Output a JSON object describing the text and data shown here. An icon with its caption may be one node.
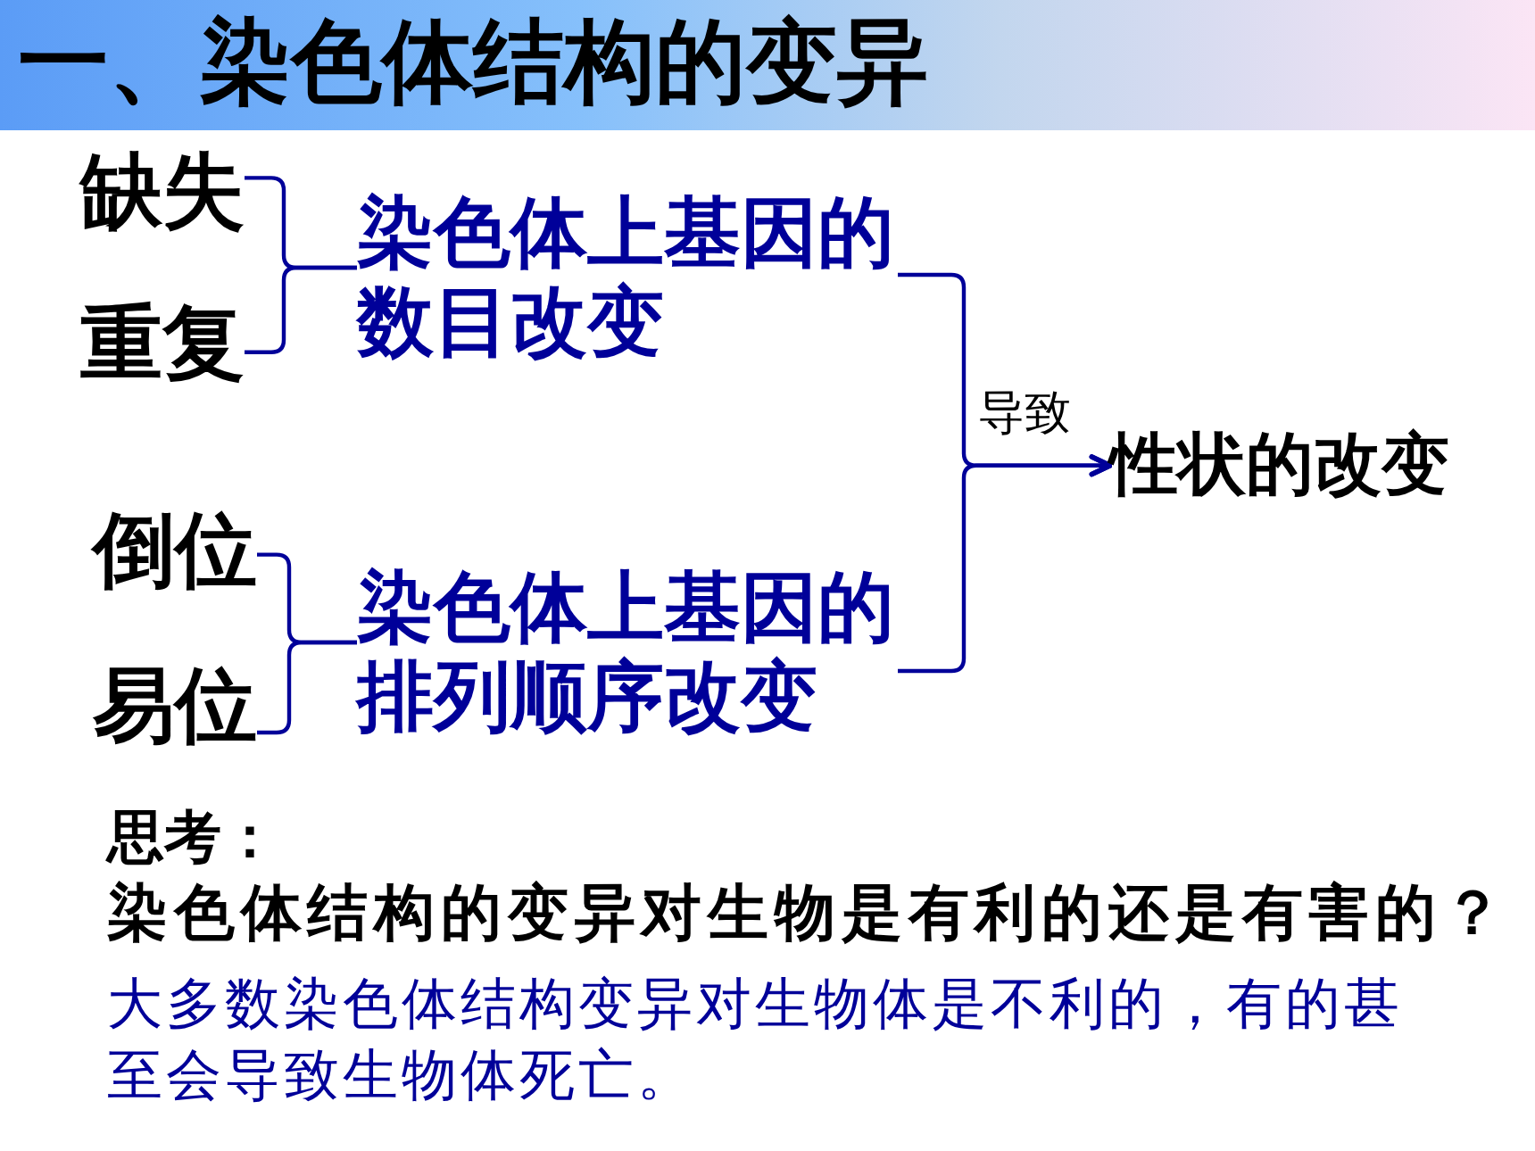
{
  "diagram": {
    "title": "一、染色体结构的变异",
    "nodes": [
      {
        "text": [
          "缺失"
        ]
      },
      {
        "text": [
          "重复"
        ]
      },
      {
        "text": [
          "染色体上基因的数目改变"
        ]
      },
      {
        "text": [
          "倒位"
        ]
      },
      {
        "text": [
          "易位"
        ]
      },
      {
        "text": [
          "染色体上基因的排列顺序改变"
        ]
      },
      {
        "text": [
          "性状的改变"
        ]
      }
    ],
    "edges": [
      {
        "from": 0,
        "to": 2,
        "arrow": "none"
      },
      {
        "from": 1,
        "to": 2,
        "arrow": "none"
      },
      {
        "from": 3,
        "to": 5,
        "arrow": "none"
      },
      {
        "from": 4,
        "to": 5,
        "arrow": "none"
      },
      {
        "from": 2,
        "to": 6,
        "arrow": "to",
        "label": "导致"
      },
      {
        "from": 5,
        "to": 6,
        "arrow": "to"
      }
    ],
    "labels": [
      "思考：",
      "染色体结构的变异对生物是有利的还是有害的？",
      "大多数染色体结构变异对生物体是不利的，有的甚至会导致生物体死亡。"
    ]
  }
}
